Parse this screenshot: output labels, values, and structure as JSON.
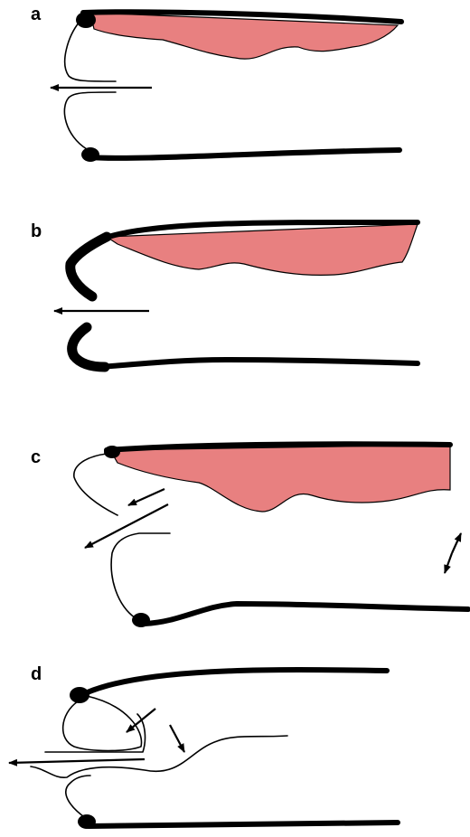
{
  "colors": {
    "tissue": "#E88080",
    "line": "#000000",
    "background": "#FFFFFF"
  },
  "panels": [
    {
      "label": "a"
    },
    {
      "label": "b"
    },
    {
      "label": "c"
    },
    {
      "label": "d"
    }
  ]
}
